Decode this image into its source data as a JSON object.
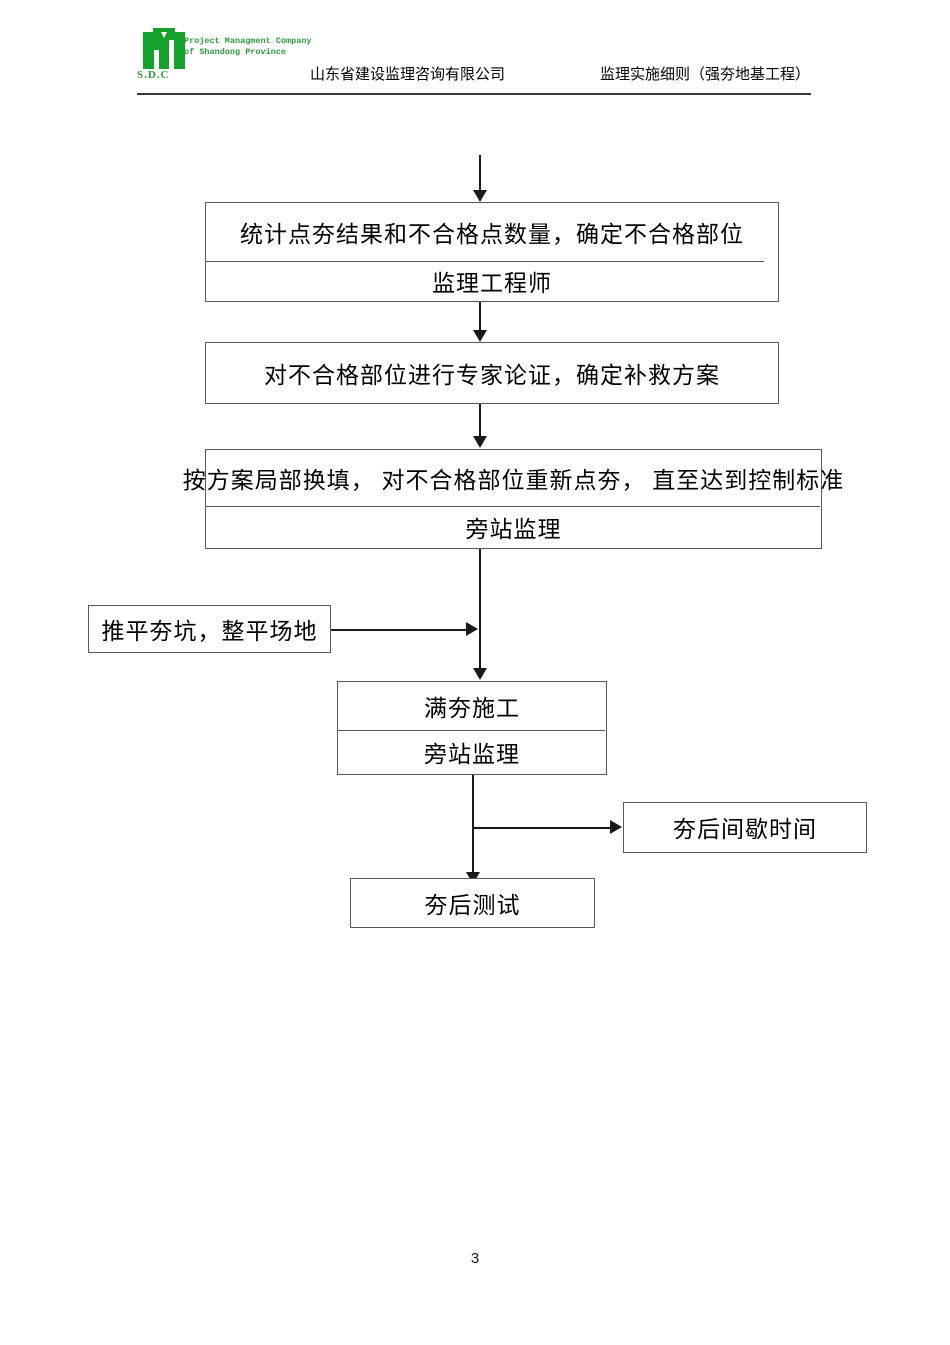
{
  "header": {
    "logo": {
      "mark": "green-m-logo",
      "abbrev": "S.D.C",
      "line1": "Project Managment Company",
      "line2": "of Shandong Province"
    },
    "company_name": "山东省建设监理咨询有限公司",
    "document_title": "监理实施细则（强夯地基工程）"
  },
  "flowchart": {
    "nodes": [
      {
        "id": "statistics",
        "main": "统计点夯结果和不合格点数量，确定不合格部位",
        "sub": "监理工程师"
      },
      {
        "id": "expert-review",
        "main": "对不合格部位进行专家论证，确定补救方案",
        "sub": ""
      },
      {
        "id": "rework",
        "main": "按方案局部换填，  对不合格部位重新点夯，   直至达到控制标准",
        "sub": "旁站监理"
      },
      {
        "id": "level-site",
        "main": "推平夯坑，整平场地",
        "sub": ""
      },
      {
        "id": "full-tamping",
        "main": "满夯施工",
        "sub": "旁站监理"
      },
      {
        "id": "rest-interval",
        "main": "夯后间歇时间",
        "sub": ""
      },
      {
        "id": "post-test",
        "main": "夯后测试",
        "sub": ""
      }
    ]
  },
  "footer": {
    "page_number": "3"
  },
  "colors": {
    "logo_green": "#2f9b3f",
    "box_border": "#5a5a5a",
    "line": "#1a1a1a",
    "text": "#000000"
  }
}
